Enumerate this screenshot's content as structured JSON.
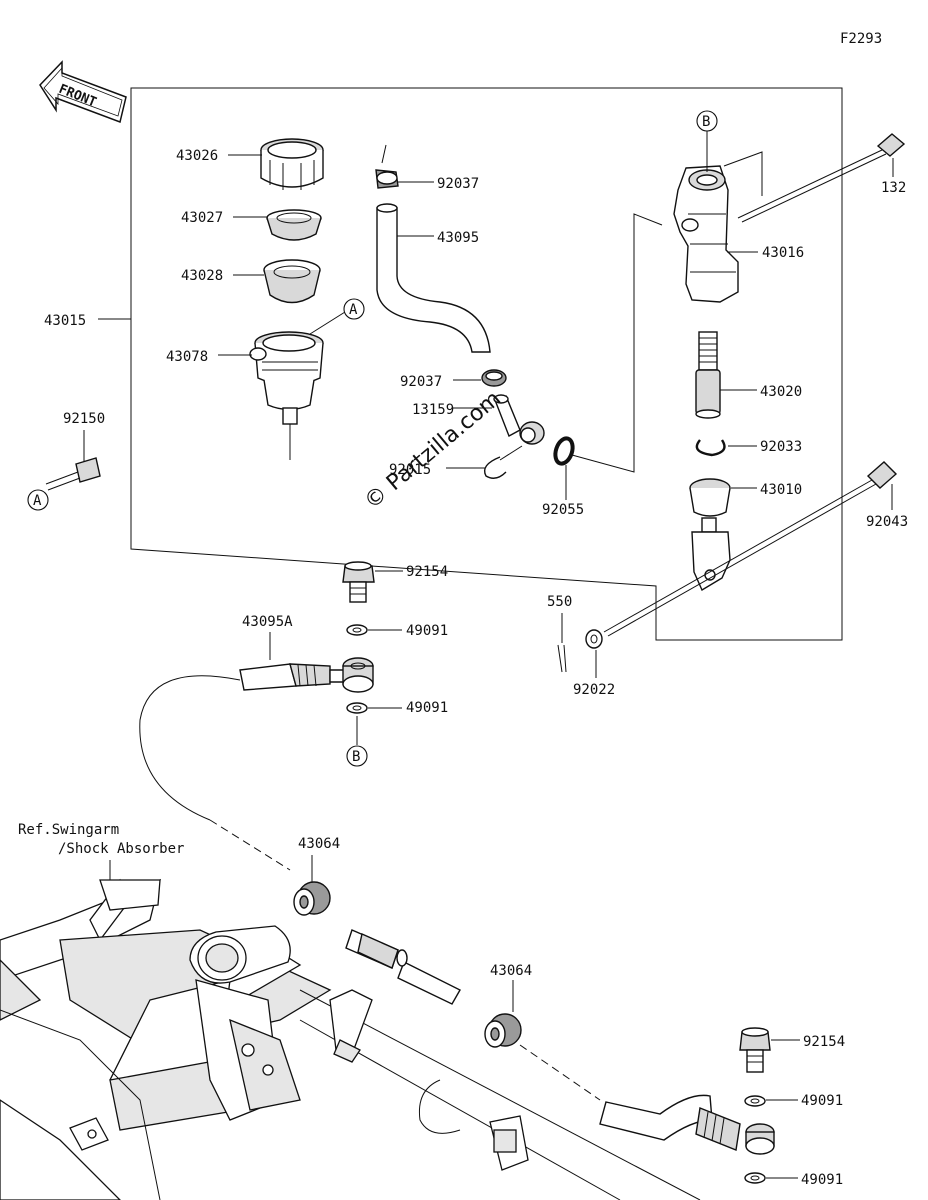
{
  "figure_code": "F2293",
  "front_label": "FRONT",
  "watermark": "© Partzilla.com",
  "ref_note": [
    "Ref.Swingarm",
    "/Shock Absorber"
  ],
  "callouts": {
    "a": "A",
    "b": "B"
  },
  "parts": {
    "p43026": "43026",
    "p43027": "43027",
    "p43028": "43028",
    "p43078": "43078",
    "p43015": "43015",
    "p92150": "92150",
    "p92037_top": "92037",
    "p43095": "43095",
    "p92037_mid": "92037",
    "p13159": "13159",
    "p92015": "92015",
    "p92055": "92055",
    "p43016": "43016",
    "p132": "132",
    "p43020": "43020",
    "p92033": "92033",
    "p43010": "43010",
    "p92043": "92043",
    "p550": "550",
    "p92022": "92022",
    "p92154_top": "92154",
    "p43095A": "43095A",
    "p49091_a": "49091",
    "p49091_b": "49091",
    "p43064_a": "43064",
    "p43064_b": "43064",
    "p92154_bot": "92154",
    "p49091_c": "49091",
    "p49091_d": "49091"
  }
}
